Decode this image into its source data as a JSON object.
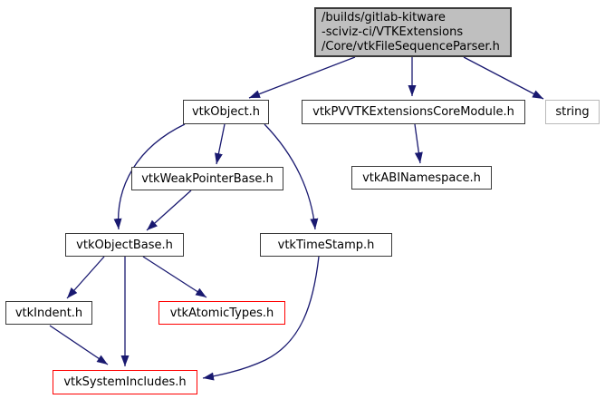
{
  "diagram": {
    "kind": "include-dependency-graph",
    "background_color": "#ffffff",
    "edge_color": "#191970",
    "main_node_fill_color": "#bfbfbf",
    "truncated_node_border_color": "#ff0000",
    "external_node_border_color": "#b9b9b9",
    "nodes": {
      "main": {
        "lines": [
          "/builds/gitlab-kitware",
          "-sciviz-ci/VTKExtensions",
          "/Core/vtkFileSequenceParser.h"
        ]
      },
      "vtk_object": {
        "label": "vtkObject.h"
      },
      "vtk_pv_vtk_extensions_core_module": {
        "label": "vtkPVVTKExtensionsCoreModule.h"
      },
      "string": {
        "label": "string"
      },
      "vtk_weak_pointer_base": {
        "label": "vtkWeakPointerBase.h"
      },
      "vtk_abi_namespace": {
        "label": "vtkABINamespace.h"
      },
      "vtk_object_base": {
        "label": "vtkObjectBase.h"
      },
      "vtk_time_stamp": {
        "label": "vtkTimeStamp.h"
      },
      "vtk_indent": {
        "label": "vtkIndent.h"
      },
      "vtk_atomic_types": {
        "label": "vtkAtomicTypes.h"
      },
      "vtk_system_includes": {
        "label": "vtkSystemIncludes.h"
      }
    },
    "edges": [
      {
        "from": "/Core/vtkFileSequenceParser.h",
        "to": "vtkObject.h"
      },
      {
        "from": "/Core/vtkFileSequenceParser.h",
        "to": "vtkPVVTKExtensionsCoreModule.h"
      },
      {
        "from": "/Core/vtkFileSequenceParser.h",
        "to": "string"
      },
      {
        "from": "vtkObject.h",
        "to": "vtkWeakPointerBase.h"
      },
      {
        "from": "vtkObject.h",
        "to": "vtkObjectBase.h"
      },
      {
        "from": "vtkObject.h",
        "to": "vtkTimeStamp.h"
      },
      {
        "from": "vtkPVVTKExtensionsCoreModule.h",
        "to": "vtkABINamespace.h"
      },
      {
        "from": "vtkWeakPointerBase.h",
        "to": "vtkObjectBase.h"
      },
      {
        "from": "vtkObjectBase.h",
        "to": "vtkIndent.h"
      },
      {
        "from": "vtkObjectBase.h",
        "to": "vtkSystemIncludes.h"
      },
      {
        "from": "vtkObjectBase.h",
        "to": "vtkAtomicTypes.h"
      },
      {
        "from": "vtkIndent.h",
        "to": "vtkSystemIncludes.h"
      },
      {
        "from": "vtkTimeStamp.h",
        "to": "vtkSystemIncludes.h"
      }
    ]
  }
}
